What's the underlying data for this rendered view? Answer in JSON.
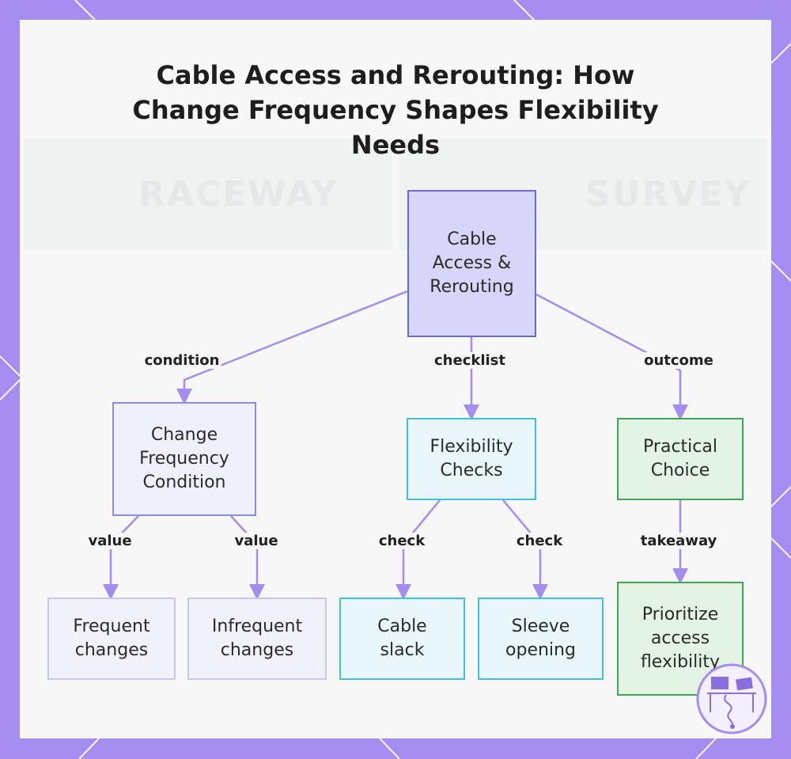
{
  "title": "Cable Access and Rerouting: How Change Frequency Shapes Flexibility Needs",
  "colors": {
    "frame": "#a58cf0",
    "edge": "#a58cf0",
    "root_fill": "#d6d6f8",
    "root_border": "#6a6ad0",
    "check_border": "#40c0e0",
    "outcome_border": "#3ea64e"
  },
  "nodes": {
    "root": "Cable\nAccess &\nRerouting",
    "condition": "Change\nFrequency\nCondition",
    "frequent": "Frequent\nchanges",
    "infrequent": "Infrequent\nchanges",
    "checks": "Flexibility\nChecks",
    "cable_slack": "Cable\nslack",
    "sleeve_opening": "Sleeve\nopening",
    "practical": "Practical\nChoice",
    "prioritize": "Prioritize\naccess\nflexibility"
  },
  "edge_labels": {
    "condition": "condition",
    "checklist": "checklist",
    "outcome": "outcome",
    "value_left": "value",
    "value_right": "value",
    "check_left": "check",
    "check_right": "check",
    "takeaway": "takeaway"
  },
  "background_text": {
    "raceway": "RACEWAY",
    "survey": "SURVEY"
  },
  "icons": [
    "workstation-logo-icon"
  ]
}
